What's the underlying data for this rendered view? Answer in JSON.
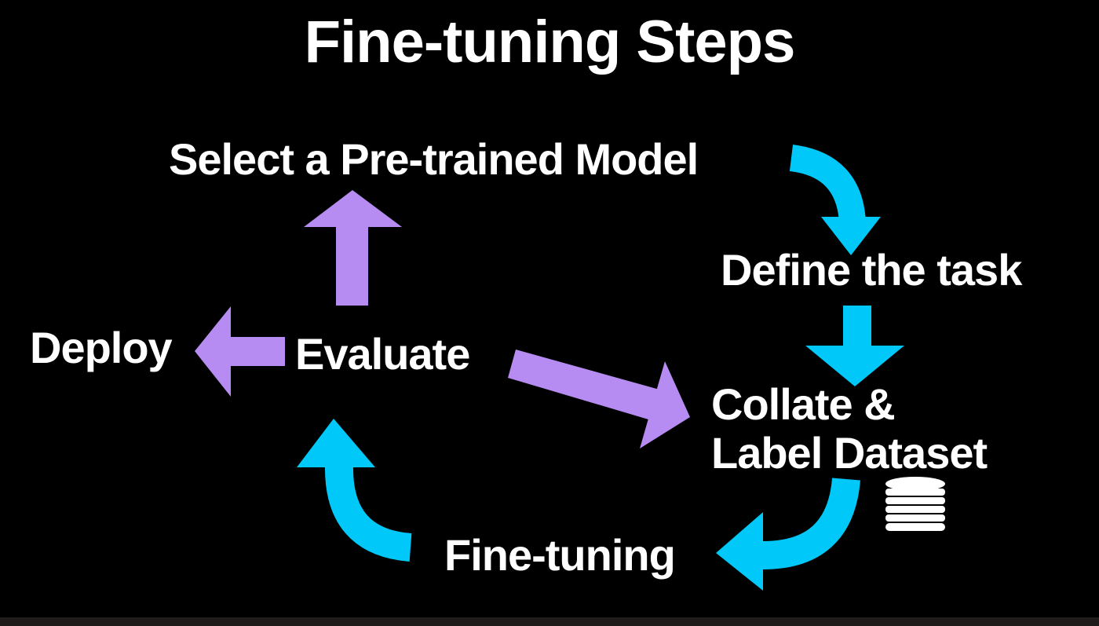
{
  "title": "Fine-tuning Steps",
  "steps": {
    "select": "Select a Pre-trained Model",
    "define": "Define the task",
    "collate_line1": "Collate &",
    "collate_line2": "Label Dataset",
    "finetune": "Fine-tuning",
    "evaluate": "Evaluate",
    "deploy": "Deploy"
  },
  "icons": {
    "dataset": "database-icon"
  },
  "colors": {
    "background": "#000000",
    "text": "#ffffff",
    "cycle_arrow": "#00c8f8",
    "evaluate_arrow": "#b78cf2"
  }
}
